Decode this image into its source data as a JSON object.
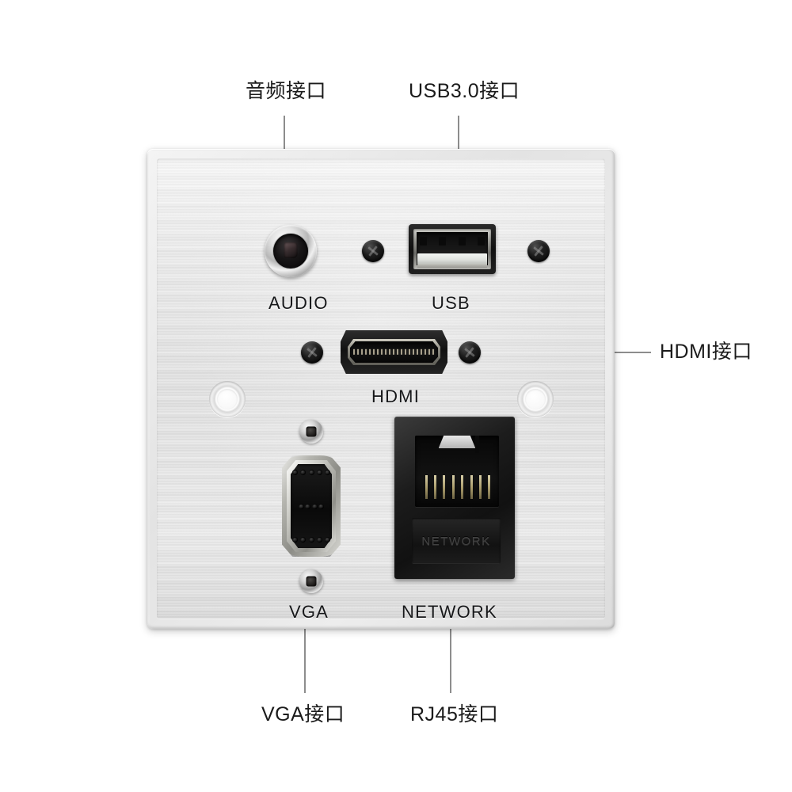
{
  "product": {
    "type": "multimedia-wall-plate",
    "description": "Brushed aluminium multimedia wall faceplate with AUDIO, USB, HDMI, VGA and NETWORK ports"
  },
  "callouts": [
    {
      "id": "audio",
      "label": "音频接口",
      "name": "callout-audio"
    },
    {
      "id": "usb",
      "label": "USB3.0接口",
      "name": "callout-usb"
    },
    {
      "id": "hdmi",
      "label": "HDMI接口",
      "name": "callout-hdmi"
    },
    {
      "id": "vga",
      "label": "VGA接口",
      "name": "callout-vga"
    },
    {
      "id": "rj45",
      "label": "RJ45接口",
      "name": "callout-rj45"
    }
  ],
  "silkscreen": {
    "audio": "AUDIO",
    "usb": "USB",
    "hdmi": "HDMI",
    "vga": "VGA",
    "network": "NETWORK"
  },
  "ports": {
    "audio": {
      "kind": "3.5mm-trs-jack",
      "label": "AUDIO"
    },
    "usb": {
      "kind": "usb-type-a",
      "label": "USB",
      "contacts": 4
    },
    "hdmi": {
      "kind": "hdmi-type-a",
      "label": "HDMI"
    },
    "vga": {
      "kind": "db15-hd",
      "label": "VGA",
      "pins": 15
    },
    "network": {
      "kind": "rj45",
      "label": "NETWORK",
      "pins": 8,
      "emboss_text": "NETWORK"
    }
  },
  "hardware": {
    "phillips_screws": 4,
    "mounting_holes": 2
  },
  "colors": {
    "plate": "#e6e6e6",
    "text": "#1b1b1b",
    "leader": "#8d8d8d",
    "port_black": "#121212",
    "chrome": "#cfcfcf",
    "background": "#ffffff"
  }
}
